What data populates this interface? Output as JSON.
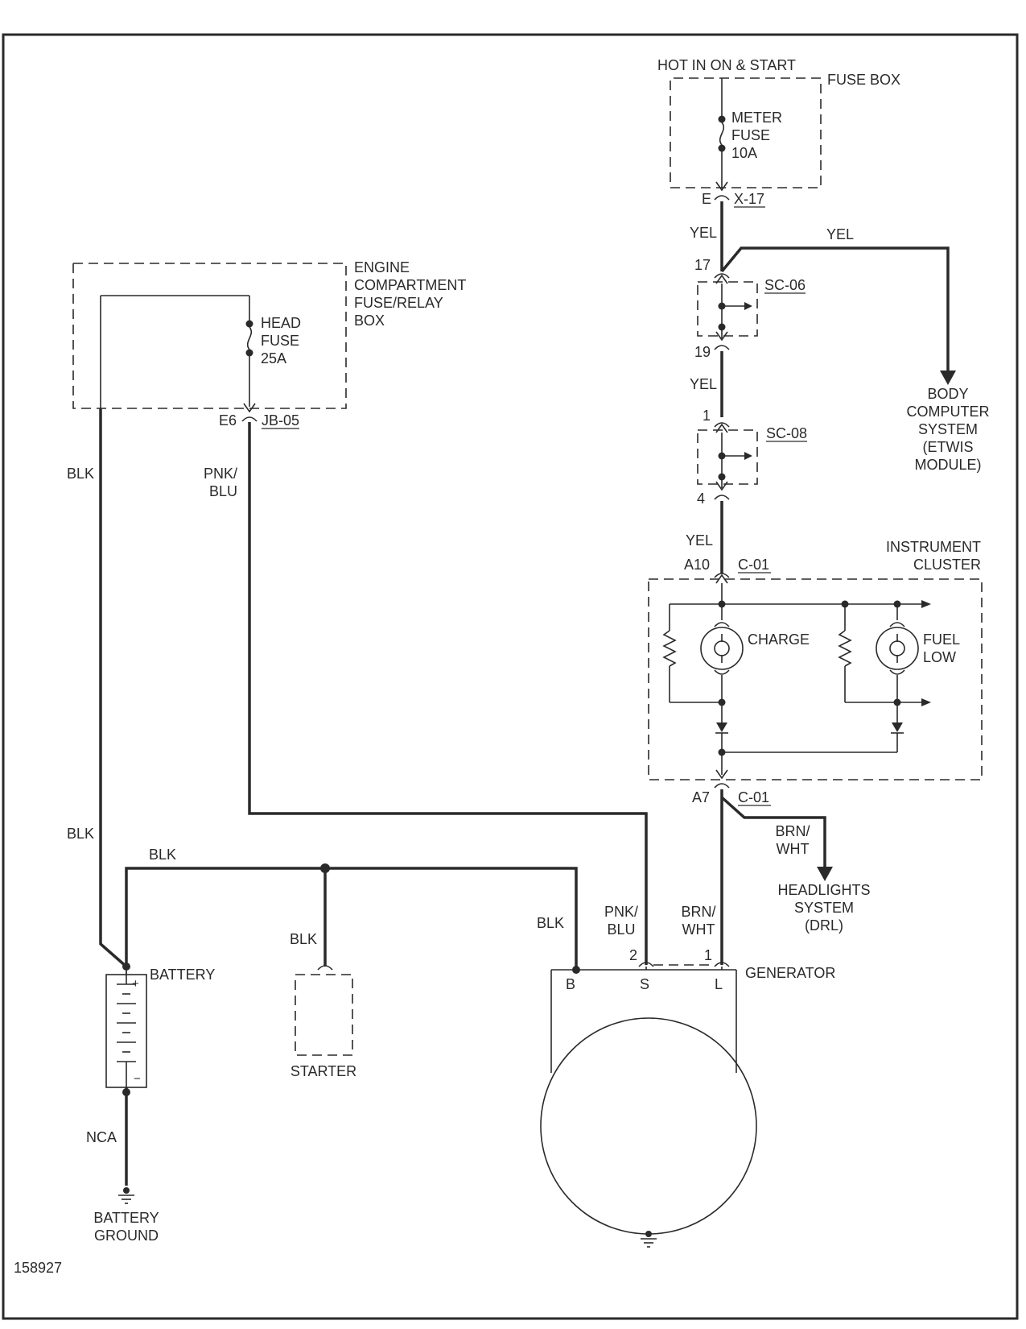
{
  "figure_id": "158927",
  "fuse_box": {
    "supply": "HOT IN ON & START",
    "title": "FUSE BOX",
    "fuse": [
      "METER",
      "FUSE",
      "10A"
    ],
    "pin": "E",
    "connector": "X-17"
  },
  "engine_box": {
    "title": [
      "ENGINE",
      "COMPARTMENT",
      "FUSE/RELAY",
      "BOX"
    ],
    "fuse": [
      "HEAD",
      "FUSE",
      "25A"
    ],
    "pin": "E6",
    "connector": "JB-05"
  },
  "splices": {
    "sc06": {
      "label": "SC-06",
      "pin_in": "17",
      "pin_out": "19"
    },
    "sc08": {
      "label": "SC-08",
      "pin_in": "1",
      "pin_out": "4"
    }
  },
  "instrument_cluster": {
    "title": [
      "INSTRUMENT",
      "CLUSTER"
    ],
    "pin_in": "A10",
    "pin_out": "A7",
    "connector": "C-01",
    "lamp_charge": "CHARGE",
    "lamp_fuel": [
      "FUEL",
      "LOW"
    ]
  },
  "body_computer": [
    "BODY",
    "COMPUTER",
    "SYSTEM",
    "(ETWIS",
    "MODULE)"
  ],
  "headlights": [
    "HEADLIGHTS",
    "SYSTEM",
    "(DRL)"
  ],
  "battery": {
    "label": "BATTERY",
    "plus": "+",
    "minus": "−"
  },
  "battery_ground": [
    "BATTERY",
    "GROUND"
  ],
  "starter": "STARTER",
  "generator": {
    "label": "GENERATOR",
    "terminals": [
      "B",
      "S",
      "L"
    ],
    "pins": [
      "2",
      "1"
    ]
  },
  "wires": {
    "yel": "YEL",
    "blk": "BLK",
    "nca": "NCA",
    "pnk_blu": [
      "PNK/",
      "BLU"
    ],
    "brn_wht": [
      "BRN/",
      "WHT"
    ]
  }
}
